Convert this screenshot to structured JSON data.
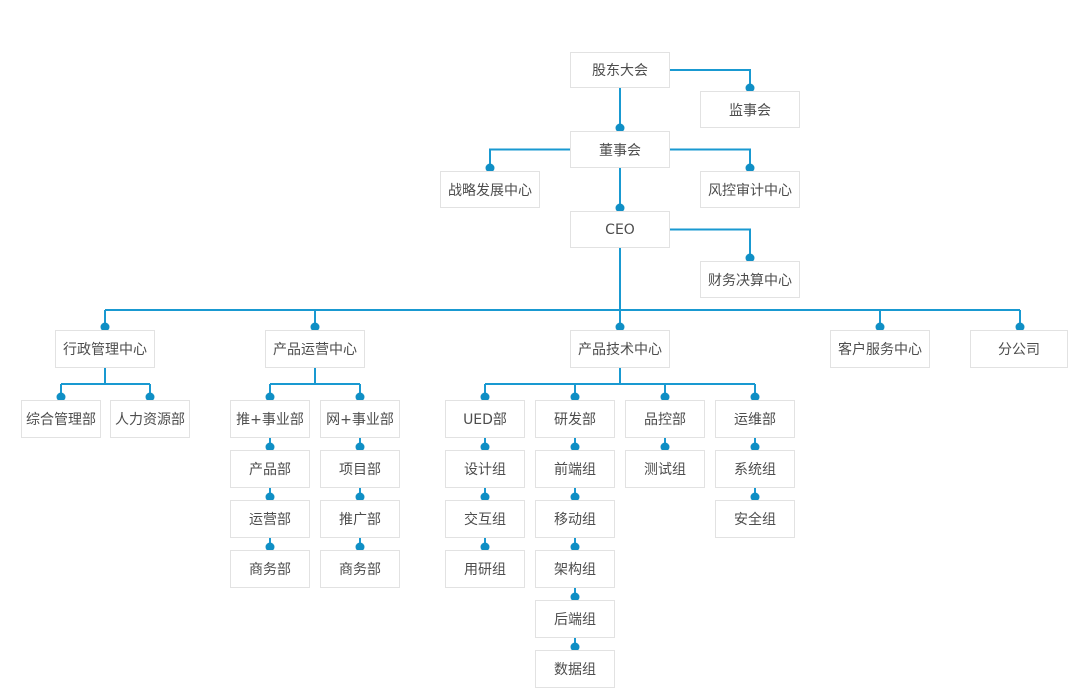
{
  "diagram": {
    "type": "org-chart",
    "nodes": {
      "shareholders": "股东大会",
      "supervisory": "监事会",
      "board": "董事会",
      "strategy": "战略发展中心",
      "risk_audit": "风控审计中心",
      "ceo": "CEO",
      "finance": "财务决算中心",
      "admin_center": "行政管理中心",
      "ops_center": "产品运营中心",
      "tech_center": "产品技术中心",
      "service_center": "客户服务中心",
      "branch": "分公司",
      "general_mgmt": "综合管理部",
      "hr": "人力资源部",
      "tui_bu": "推+事业部",
      "wang_bu": "网+事业部",
      "product_dept": "产品部",
      "project_dept": "项目部",
      "operation_dept": "运营部",
      "promotion_dept": "推广部",
      "business_dept_1": "商务部",
      "business_dept_2": "商务部",
      "ued_dept": "UED部",
      "rd_dept": "研发部",
      "qc_dept": "品控部",
      "om_dept": "运维部",
      "design_group": "设计组",
      "frontend_group": "前端组",
      "test_group": "测试组",
      "system_group": "系统组",
      "interaction_group": "交互组",
      "mobile_group": "移动组",
      "security_group": "安全组",
      "research_group": "用研组",
      "arch_group": "架构组",
      "backend_group": "后端组",
      "data_group": "数据组"
    },
    "connections": [
      [
        "shareholders",
        "supervisory"
      ],
      [
        "shareholders",
        "board"
      ],
      [
        "board",
        "strategy"
      ],
      [
        "board",
        "risk_audit"
      ],
      [
        "board",
        "ceo"
      ],
      [
        "ceo",
        "finance"
      ],
      [
        "ceo",
        "admin_center"
      ],
      [
        "ceo",
        "ops_center"
      ],
      [
        "ceo",
        "tech_center"
      ],
      [
        "ceo",
        "service_center"
      ],
      [
        "ceo",
        "branch"
      ],
      [
        "admin_center",
        "general_mgmt"
      ],
      [
        "admin_center",
        "hr"
      ],
      [
        "ops_center",
        "tui_bu"
      ],
      [
        "ops_center",
        "wang_bu"
      ],
      [
        "tui_bu",
        "product_dept"
      ],
      [
        "product_dept",
        "operation_dept"
      ],
      [
        "operation_dept",
        "business_dept_1"
      ],
      [
        "wang_bu",
        "project_dept"
      ],
      [
        "project_dept",
        "promotion_dept"
      ],
      [
        "promotion_dept",
        "business_dept_2"
      ],
      [
        "tech_center",
        "ued_dept"
      ],
      [
        "tech_center",
        "rd_dept"
      ],
      [
        "tech_center",
        "qc_dept"
      ],
      [
        "tech_center",
        "om_dept"
      ],
      [
        "ued_dept",
        "design_group"
      ],
      [
        "design_group",
        "interaction_group"
      ],
      [
        "interaction_group",
        "research_group"
      ],
      [
        "rd_dept",
        "frontend_group"
      ],
      [
        "frontend_group",
        "mobile_group"
      ],
      [
        "mobile_group",
        "arch_group"
      ],
      [
        "arch_group",
        "backend_group"
      ],
      [
        "backend_group",
        "data_group"
      ],
      [
        "qc_dept",
        "test_group"
      ],
      [
        "om_dept",
        "system_group"
      ],
      [
        "system_group",
        "security_group"
      ]
    ]
  },
  "colors": {
    "background": "#ffffff",
    "connector_line": "#1999d1",
    "connector_dot": "#0f8fc5",
    "node_border": "#e2e2e2",
    "node_background": "#ffffff",
    "node_text": "#4d4d4d"
  }
}
